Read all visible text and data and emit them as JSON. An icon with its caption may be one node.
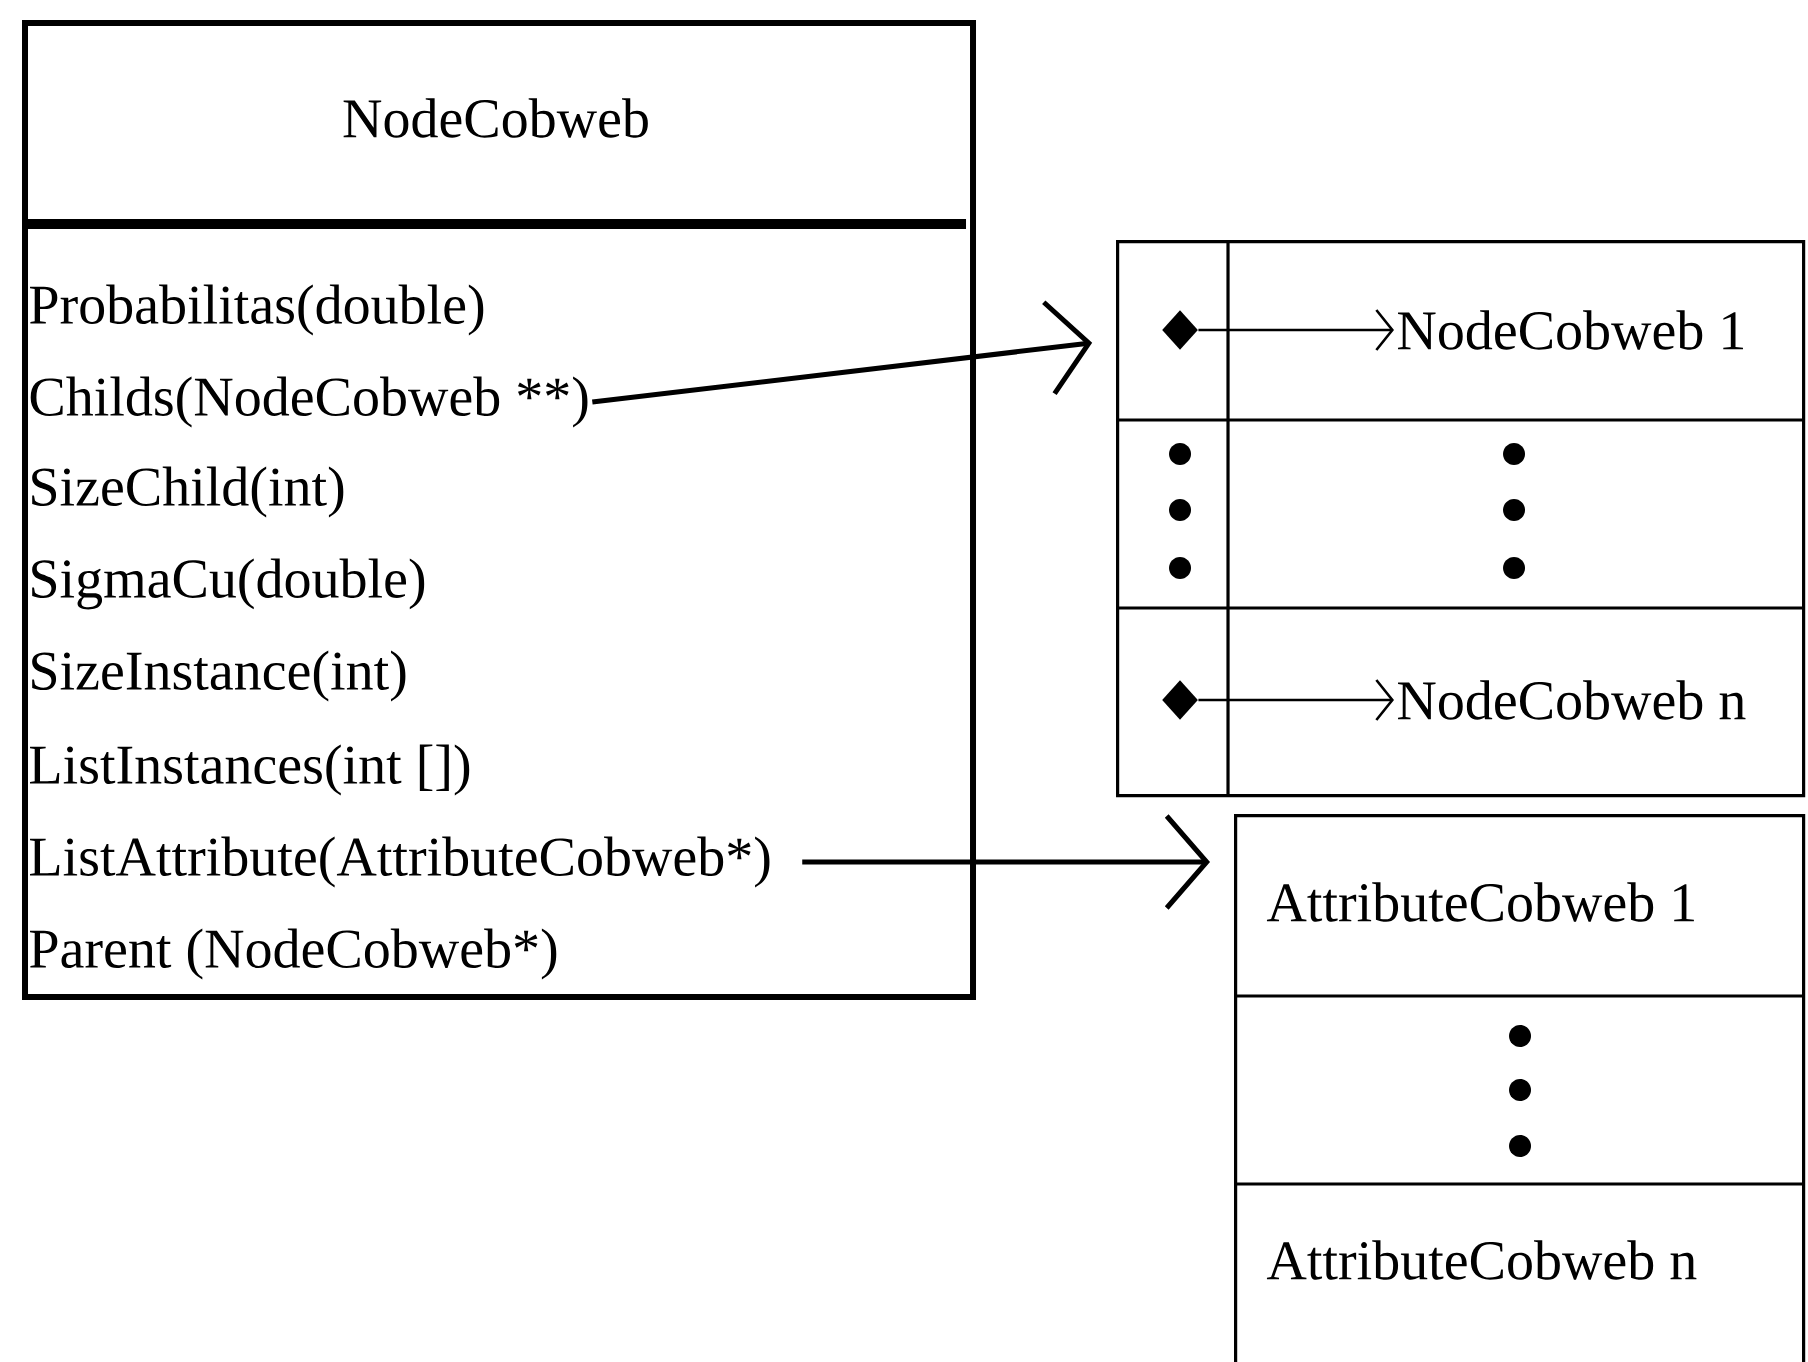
{
  "diagram": {
    "nodes": [
      {
        "text": [
          "NodeCobweb"
        ]
      },
      {
        "text": [
          "Probabilitas(double)"
        ],
        "in": 0
      },
      {
        "text": [
          "Childs(NodeCobweb **)"
        ],
        "in": 0
      },
      {
        "text": [
          "SizeChild(int)"
        ],
        "in": 0
      },
      {
        "text": [
          "SigmaCu(double)"
        ],
        "in": 0
      },
      {
        "text": [
          "SizeInstance(int)"
        ],
        "in": 0
      },
      {
        "text": [
          "ListInstances(int [])"
        ],
        "in": 0
      },
      {
        "text": [
          "ListAttribute(AttributeCobweb*)"
        ],
        "in": 0
      },
      {
        "text": [
          "Parent (NodeCobweb*)"
        ],
        "in": 0
      },
      {
        "text": [],
        "shape": "box"
      },
      {
        "text": [],
        "shape": "diamond",
        "in": 9
      },
      {
        "text": [
          "NodeCobweb 1"
        ],
        "in": 9
      },
      {
        "text": [],
        "shape": "diamond",
        "in": 9
      },
      {
        "text": [
          "NodeCobweb n"
        ],
        "in": 9
      },
      {
        "text": [],
        "shape": "box"
      },
      {
        "text": [
          "AttributeCobweb 1"
        ],
        "in": 14
      },
      {
        "text": [
          "AttributeCobweb n"
        ],
        "in": 14
      }
    ],
    "edges": [
      {
        "from": 2,
        "to": 9,
        "arrow": "to"
      },
      {
        "from": 7,
        "to": 14,
        "arrow": "to"
      },
      {
        "from": 10,
        "to": 11,
        "arrow": "to"
      },
      {
        "from": 12,
        "to": 13,
        "arrow": "to"
      }
    ]
  }
}
